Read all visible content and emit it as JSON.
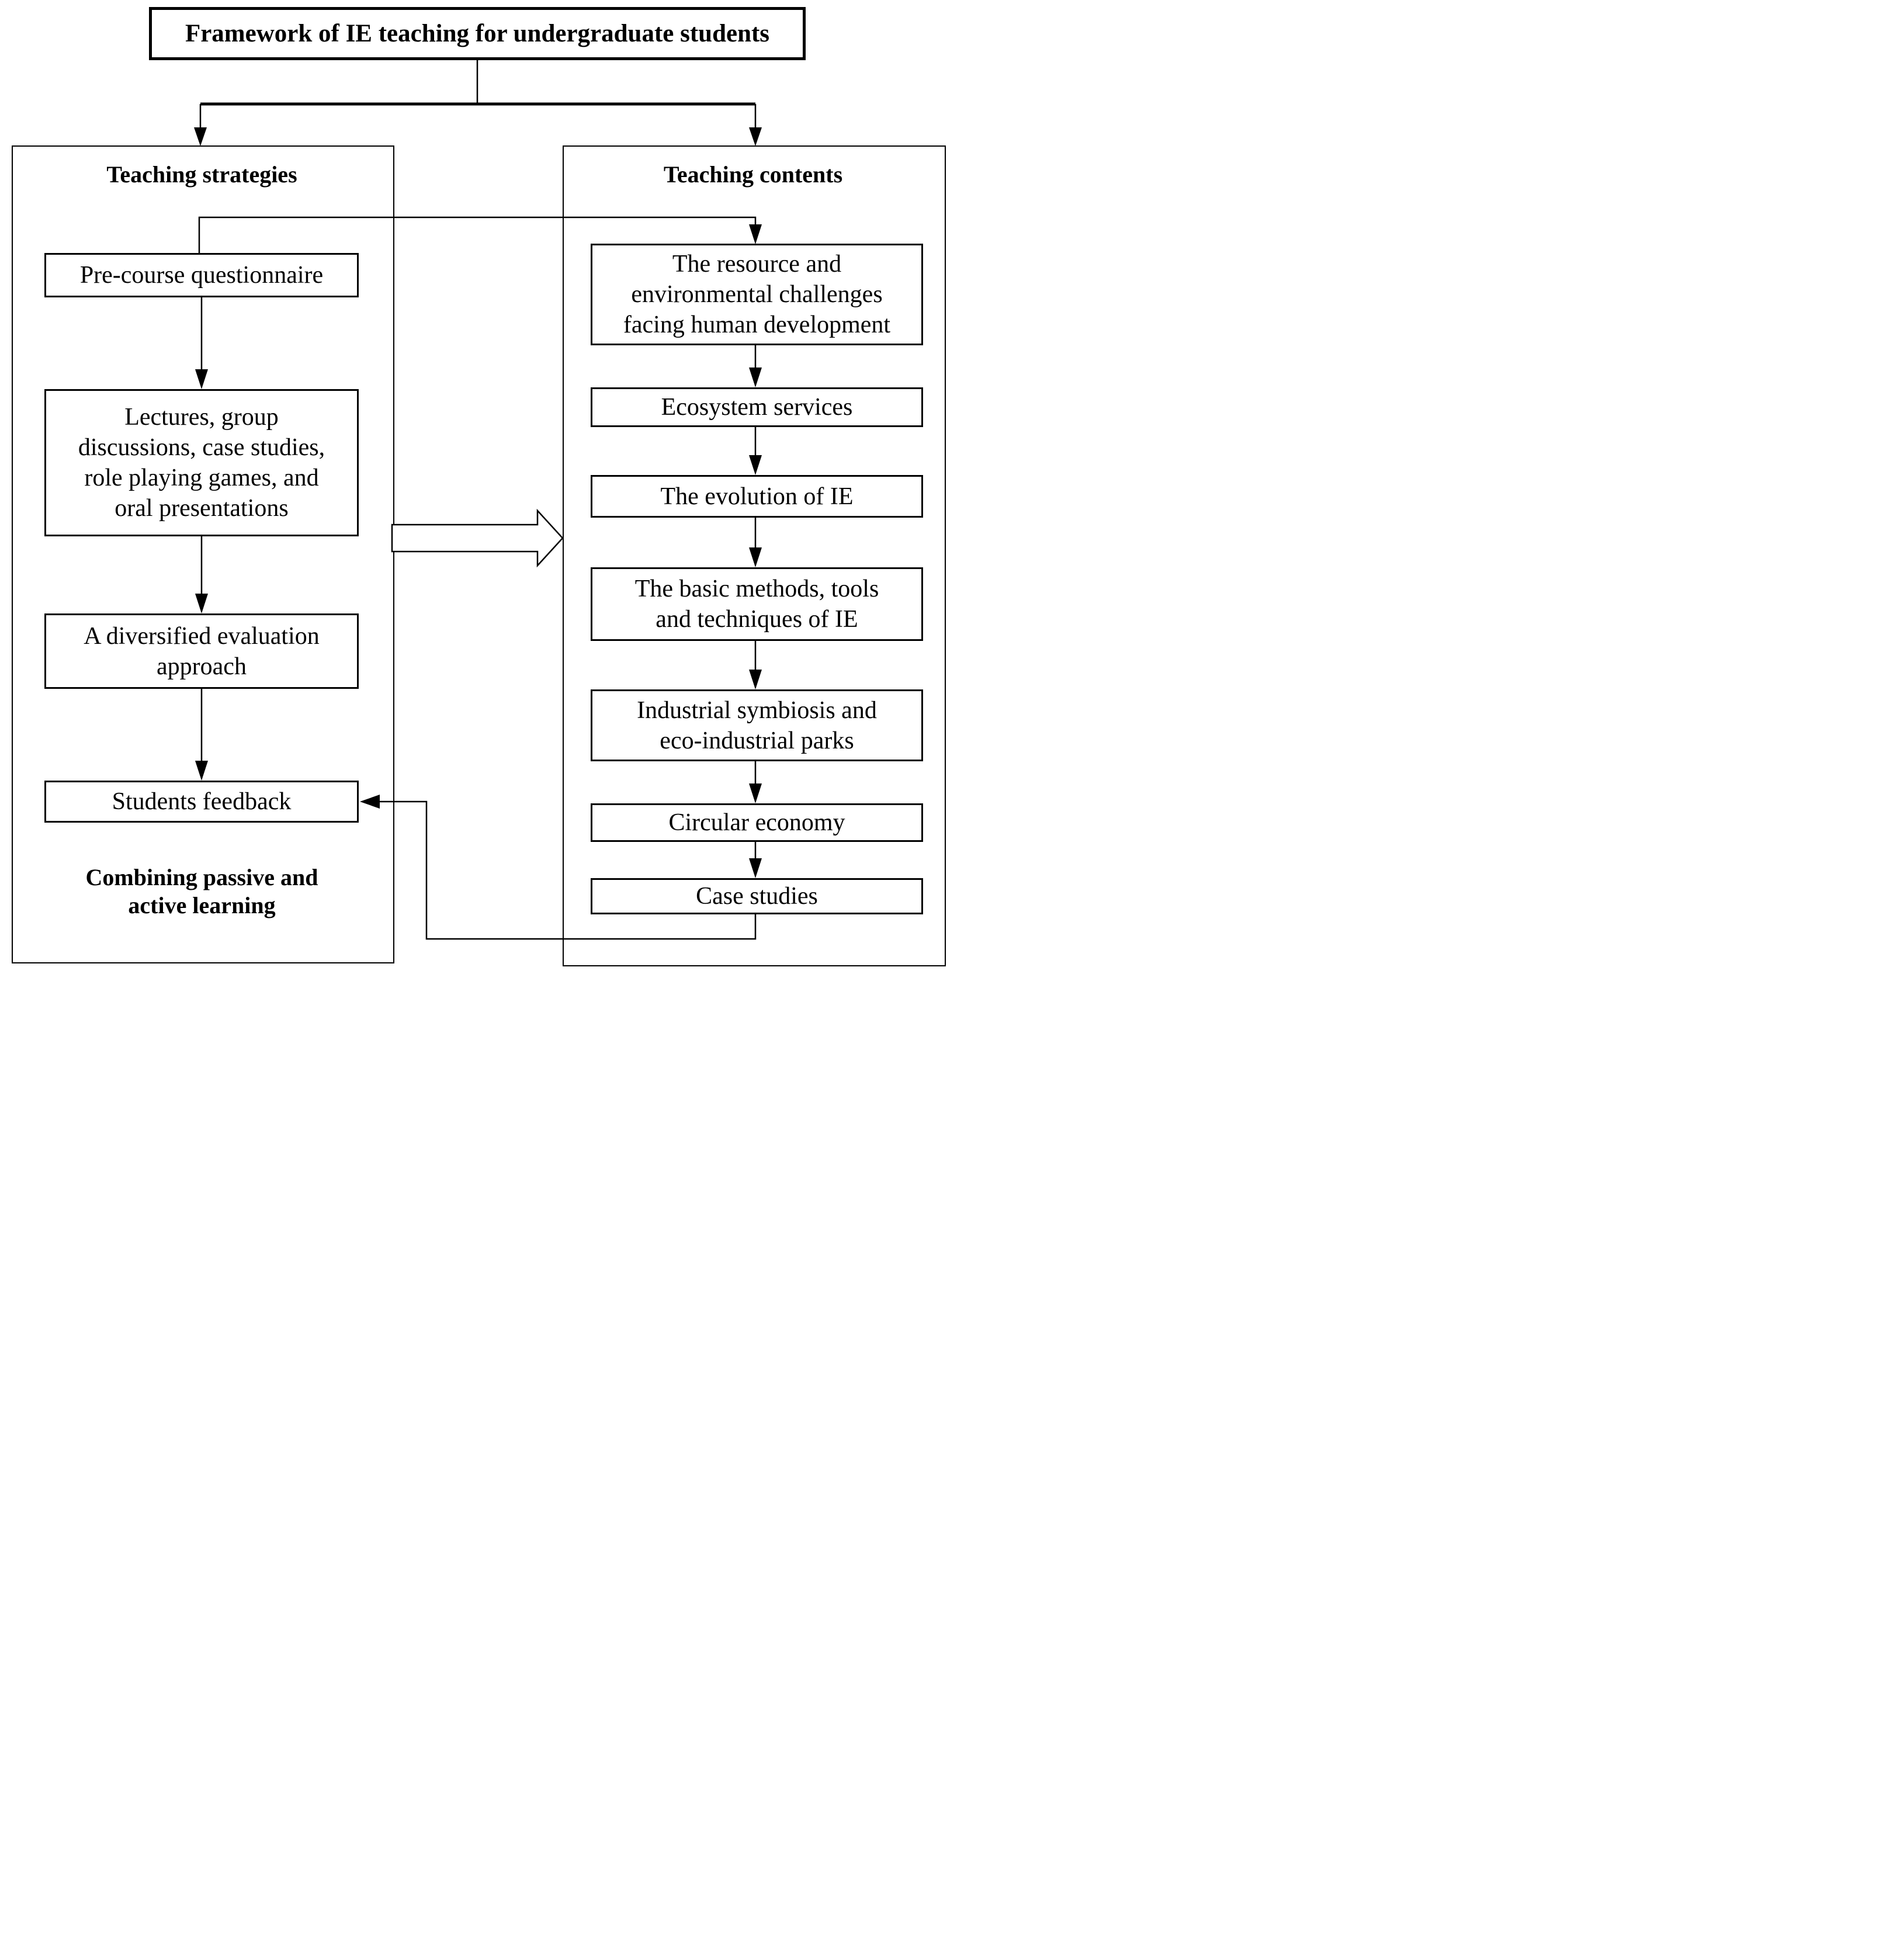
{
  "diagram": {
    "title": "Framework of IE teaching for undergraduate students",
    "background_color": "#ffffff",
    "line_color": "#000000",
    "box_fill_color": "#ffffff",
    "left_panel": {
      "header": "Teaching strategies",
      "boxes": [
        {
          "label": "Pre-course questionnaire"
        },
        {
          "label": "Lectures, group\ndiscussions, case studies,\nrole playing games, and\noral presentations"
        },
        {
          "label": "A diversified evaluation\napproach"
        },
        {
          "label": "Students feedback"
        }
      ],
      "footnote": "Combining passive and\nactive learning"
    },
    "right_panel": {
      "header": "Teaching contents",
      "boxes": [
        {
          "label": "The resource and\nenvironmental challenges\nfacing human development"
        },
        {
          "label": "Ecosystem services"
        },
        {
          "label": "The evolution of IE"
        },
        {
          "label": "The basic methods, tools\nand techniques of IE"
        },
        {
          "label": "Industrial symbiosis and\neco-industrial parks"
        },
        {
          "label": "Circular economy"
        },
        {
          "label": "Case studies"
        }
      ]
    }
  }
}
